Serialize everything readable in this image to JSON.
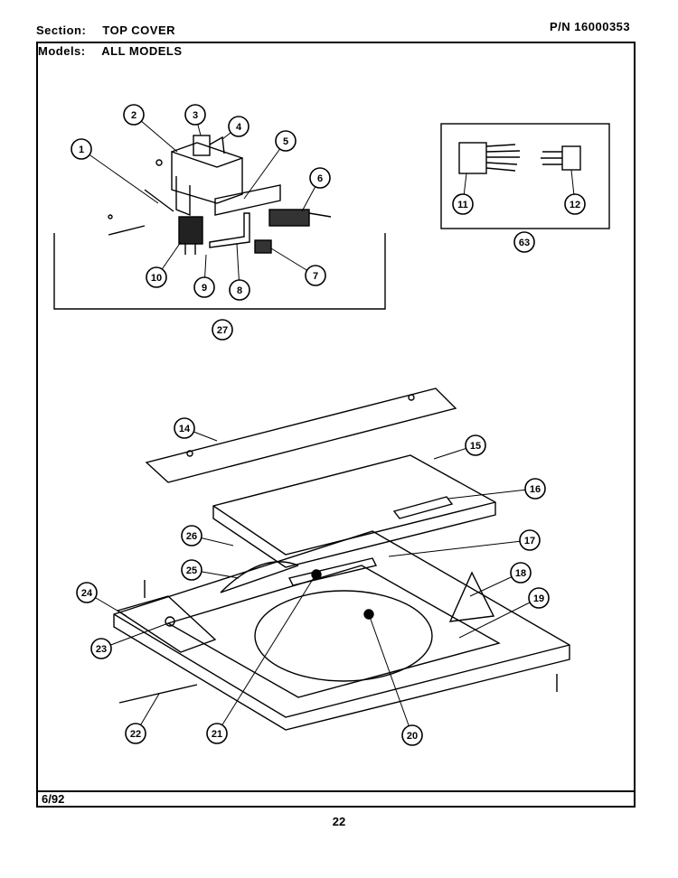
{
  "header": {
    "section_label": "Section:",
    "section_value": "TOP COVER",
    "pn_label": "P/N",
    "pn_value": "16000353",
    "models_label": "Models:",
    "models_value": "ALL MODELS"
  },
  "footer": {
    "date": "6/92",
    "page": "22"
  },
  "callouts": [
    "1",
    "2",
    "3",
    "4",
    "5",
    "6",
    "7",
    "8",
    "9",
    "10",
    "11",
    "12",
    "14",
    "15",
    "16",
    "17",
    "18",
    "19",
    "20",
    "21",
    "22",
    "23",
    "24",
    "25",
    "26",
    "27",
    "63"
  ],
  "colors": {
    "ink": "#000000",
    "paper": "#ffffff"
  }
}
